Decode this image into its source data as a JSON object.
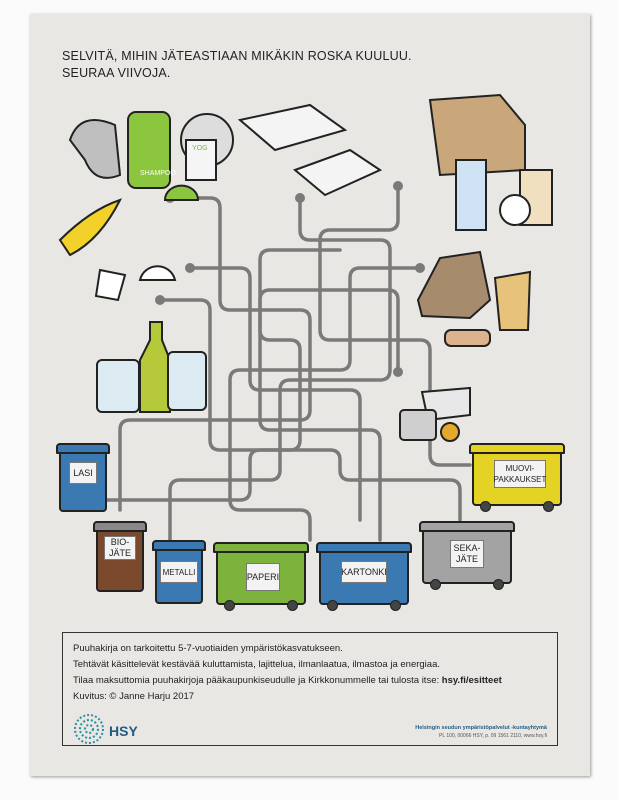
{
  "heading": {
    "line1": "SELVITÄ, MIHIN JÄTEASTIAAN MIKÄKIN ROSKA KUULUU.",
    "line2": "SEURAA VIIVOJA."
  },
  "illustration_labels": {
    "shampoo": "SHAMPOO",
    "yogurt": "YOG"
  },
  "bins": [
    {
      "label": "LASI",
      "color": "#3b79b2"
    },
    {
      "label": "BIO-\nJÄTE",
      "color": "#7b4a2c"
    },
    {
      "label": "METALLI",
      "color": "#3b79b2"
    },
    {
      "label": "PAPERI",
      "color": "#7db33c"
    },
    {
      "label": "KARTONKI",
      "color": "#3b79b2"
    },
    {
      "label": "SEKA-\nJÄTE",
      "color": "#a3a3a3"
    },
    {
      "label": "MUOVI-\nPAKKAUKSET",
      "color": "#e4d324"
    }
  ],
  "info": {
    "line1": "Puuhakirja on tarkoitettu 5-7-vuotiaiden ympäristökasvatukseen.",
    "line2": "Tehtävät käsittelevät kestävää kuluttamista, lajittelua, ilmanlaatua, ilmastoa ja energiaa.",
    "line3": "Tilaa maksuttomia puuhakirjoja pääkaupunkiseudulle ja Kirkkonummelle tai tulosta itse: ",
    "link": "hsy.fi/esitteet",
    "line4": "Kuvitus: © Janne Harju 2017",
    "logo_text": "HSY",
    "org_name": "Helsingin seudun ympäristöpalvelut -kuntayhtymä",
    "org_address": "PL 100, 00066 HSY, p. 09 1561 2110, www.hsy.fi"
  }
}
